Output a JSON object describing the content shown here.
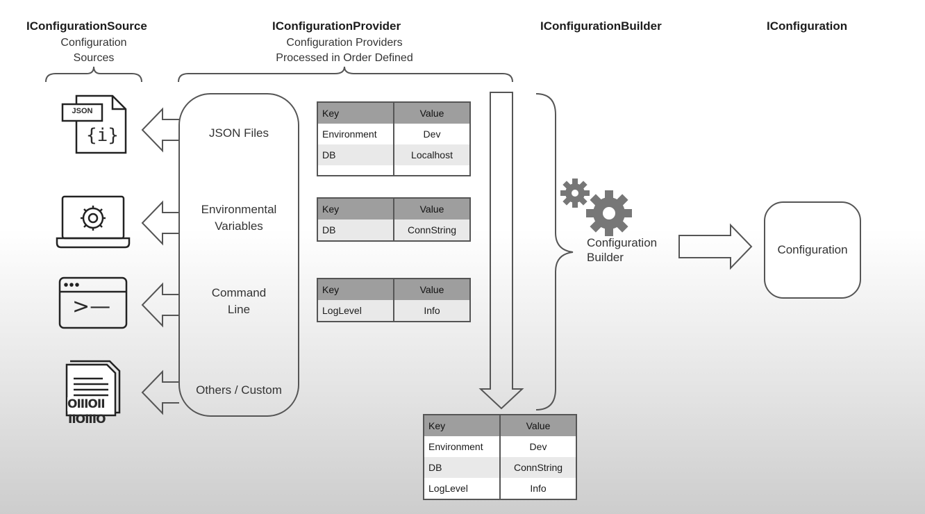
{
  "headers": {
    "source": {
      "title": "IConfigurationSource",
      "sub1": "Configuration",
      "sub2": "Sources"
    },
    "provider": {
      "title": "IConfigurationProvider",
      "sub1": "Configuration Providers",
      "sub2": "Processed in Order Defined"
    },
    "builder": {
      "title": "IConfigurationBuilder"
    },
    "configuration": {
      "title": "IConfiguration"
    }
  },
  "sources": {
    "json_tag": "JSON",
    "json_glyph": "{i}",
    "cmd_prompt": ">—",
    "binary_line1": "OIIIOII",
    "binary_line2": "IIOIIIO"
  },
  "providers": [
    {
      "label1": "JSON Files",
      "label2": ""
    },
    {
      "label1": "Environmental",
      "label2": "Variables"
    },
    {
      "label1": "Command",
      "label2": "Line"
    },
    {
      "label1": "Others / Custom",
      "label2": ""
    }
  ],
  "tables": {
    "json": {
      "key_header": "Key",
      "value_header": "Value",
      "rows": [
        [
          "Environment",
          "Dev"
        ],
        [
          "DB",
          "Localhost"
        ]
      ]
    },
    "env": {
      "key_header": "Key",
      "value_header": "Value",
      "rows": [
        [
          "DB",
          "ConnString"
        ]
      ]
    },
    "cmd": {
      "key_header": "Key",
      "value_header": "Value",
      "rows": [
        [
          "LogLevel",
          "Info"
        ]
      ]
    },
    "merged": {
      "key_header": "Key",
      "value_header": "Value",
      "rows": [
        [
          "Environment",
          "Dev"
        ],
        [
          "DB",
          "ConnString"
        ],
        [
          "LogLevel",
          "Info"
        ]
      ]
    }
  },
  "builder": {
    "label1": "Configuration",
    "label2": "Builder"
  },
  "configuration_box": {
    "label": "Configuration"
  },
  "colors": {
    "stroke": "#555555",
    "gear": "#777777",
    "header_cell": "#9e9e9e"
  }
}
